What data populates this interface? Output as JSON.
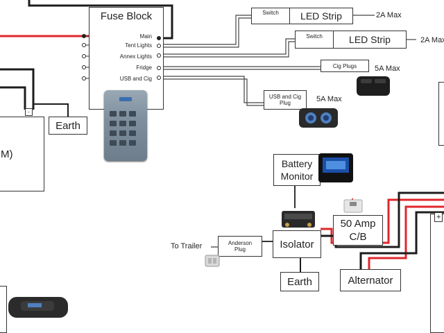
{
  "fuse_block": {
    "title": "Fuse Block",
    "rows": [
      {
        "label": "Main"
      },
      {
        "label": "Tent Lights"
      },
      {
        "label": "Annex Lights"
      },
      {
        "label": "Fridge"
      },
      {
        "label": "USB and Cig"
      }
    ]
  },
  "loads": {
    "led1": {
      "switch": "Switch",
      "name": "LED Strip",
      "rating": "2A Max"
    },
    "led2": {
      "switch": "Switch",
      "name": "LED Strip",
      "rating": "2A Max"
    },
    "cig": {
      "name": "Cig Plugs",
      "rating": "5A Max"
    },
    "usb": {
      "name": "USB and Cig Plug",
      "rating": "5A Max"
    }
  },
  "left": {
    "earth": "Earth",
    "battery_partial": "M)",
    "polarity": "-"
  },
  "system": {
    "battery_monitor": "Battery Monitor",
    "isolator": "Isolator",
    "earth": "Earth",
    "breaker": "50 Amp C/B",
    "alternator": "Alternator",
    "to_trailer": "To Trailer",
    "anderson": "Anderson Plug",
    "starter_plus": "+"
  },
  "colors": {
    "red": "#e0262b",
    "black": "#1c1c1c"
  }
}
